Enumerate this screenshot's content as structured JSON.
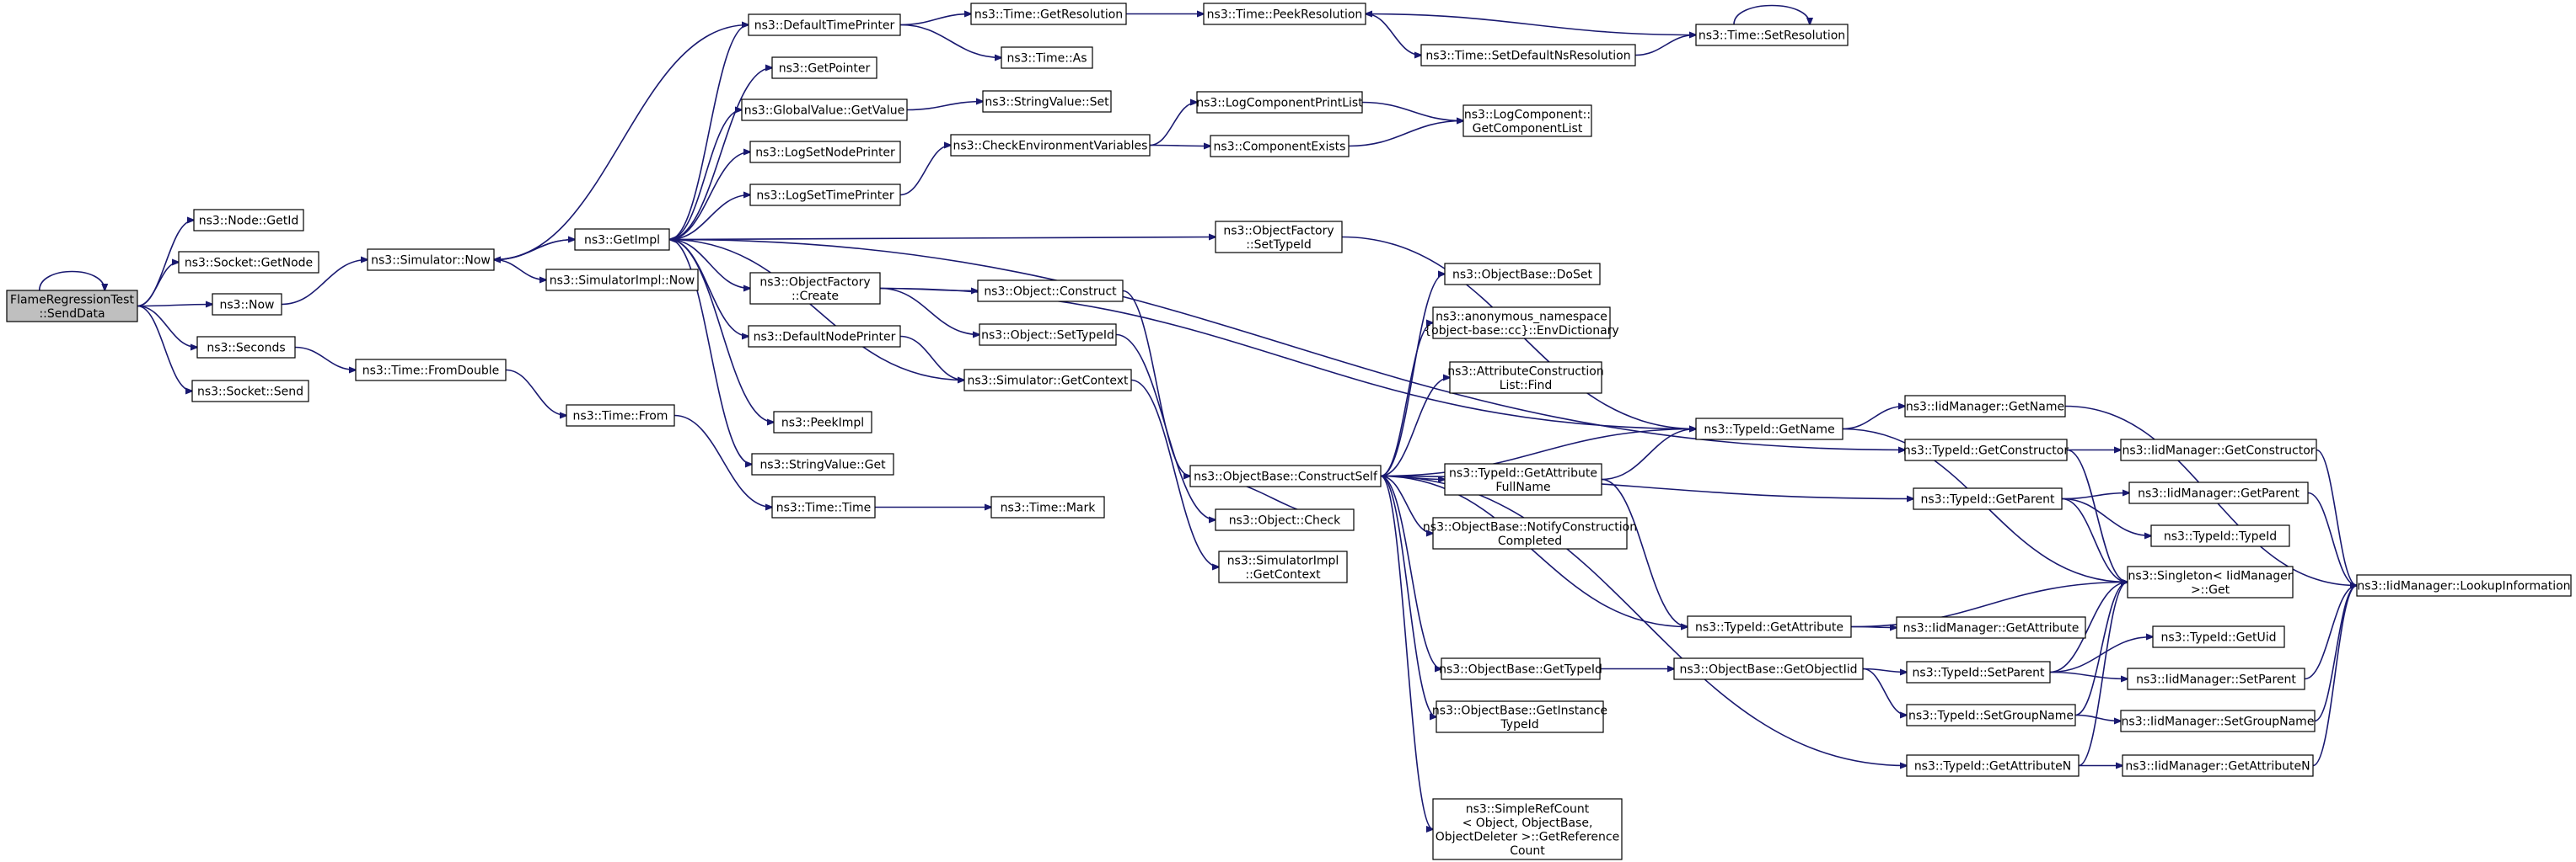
{
  "nodes": [
    {
      "id": "root",
      "lines": [
        "FlameRegressionTest",
        "::SendData"
      ]
    },
    {
      "id": "getid",
      "lines": [
        "ns3::Node::GetId"
      ]
    },
    {
      "id": "getnode",
      "lines": [
        "ns3::Socket::GetNode"
      ]
    },
    {
      "id": "now",
      "lines": [
        "ns3::Now"
      ]
    },
    {
      "id": "seconds",
      "lines": [
        "ns3::Seconds"
      ]
    },
    {
      "id": "send",
      "lines": [
        "ns3::Socket::Send"
      ]
    },
    {
      "id": "simnow",
      "lines": [
        "ns3::Simulator::Now"
      ]
    },
    {
      "id": "fromdouble",
      "lines": [
        "ns3::Time::FromDouble"
      ]
    },
    {
      "id": "getimpl",
      "lines": [
        "ns3::GetImpl"
      ]
    },
    {
      "id": "simimplnow",
      "lines": [
        "ns3::SimulatorImpl::Now"
      ]
    },
    {
      "id": "timefrom",
      "lines": [
        "ns3::Time::From"
      ]
    },
    {
      "id": "dtp",
      "lines": [
        "ns3::DefaultTimePrinter"
      ]
    },
    {
      "id": "getpointer",
      "lines": [
        "ns3::GetPointer"
      ]
    },
    {
      "id": "gvget",
      "lines": [
        "ns3::GlobalValue::GetValue"
      ]
    },
    {
      "id": "lsnp",
      "lines": [
        "ns3::LogSetNodePrinter"
      ]
    },
    {
      "id": "lstp",
      "lines": [
        "ns3::LogSetTimePrinter"
      ]
    },
    {
      "id": "ofcreate",
      "lines": [
        "ns3::ObjectFactory",
        "::Create"
      ]
    },
    {
      "id": "dnp",
      "lines": [
        "ns3::DefaultNodePrinter"
      ]
    },
    {
      "id": "peekimpl",
      "lines": [
        "ns3::PeekImpl"
      ]
    },
    {
      "id": "svget",
      "lines": [
        "ns3::StringValue::Get"
      ]
    },
    {
      "id": "timetime",
      "lines": [
        "ns3::Time::Time"
      ]
    },
    {
      "id": "getres",
      "lines": [
        "ns3::Time::GetResolution"
      ]
    },
    {
      "id": "timeas",
      "lines": [
        "ns3::Time::As"
      ]
    },
    {
      "id": "svset",
      "lines": [
        "ns3::StringValue::Set"
      ]
    },
    {
      "id": "cev",
      "lines": [
        "ns3::CheckEnvironmentVariables"
      ]
    },
    {
      "id": "objconstruct",
      "lines": [
        "ns3::Object::Construct"
      ]
    },
    {
      "id": "objsettypeid",
      "lines": [
        "ns3::Object::SetTypeId"
      ]
    },
    {
      "id": "simgetctx",
      "lines": [
        "ns3::Simulator::GetContext"
      ]
    },
    {
      "id": "timemark",
      "lines": [
        "ns3::Time::Mark"
      ]
    },
    {
      "id": "peekres",
      "lines": [
        "ns3::Time::PeekResolution"
      ]
    },
    {
      "id": "lcpl",
      "lines": [
        "ns3::LogComponentPrintList"
      ]
    },
    {
      "id": "compexists",
      "lines": [
        "ns3::ComponentExists"
      ]
    },
    {
      "id": "ofsettypeid",
      "lines": [
        "ns3::ObjectFactory",
        "::SetTypeId"
      ]
    },
    {
      "id": "obcs",
      "lines": [
        "ns3::ObjectBase::ConstructSelf"
      ]
    },
    {
      "id": "objcheck",
      "lines": [
        "ns3::Object::Check"
      ]
    },
    {
      "id": "simimplctx",
      "lines": [
        "ns3::SimulatorImpl",
        "::GetContext"
      ]
    },
    {
      "id": "setdefres",
      "lines": [
        "ns3::Time::SetDefaultNsResolution"
      ]
    },
    {
      "id": "setres",
      "lines": [
        "ns3::Time::SetResolution"
      ]
    },
    {
      "id": "lcgcl",
      "lines": [
        "ns3::LogComponent::",
        "GetComponentList"
      ]
    },
    {
      "id": "obdoset",
      "lines": [
        "ns3::ObjectBase::DoSet"
      ]
    },
    {
      "id": "anon",
      "lines": [
        "ns3::anonymous_namespace",
        "{object-base::cc}::EnvDictionary"
      ]
    },
    {
      "id": "aclfind",
      "lines": [
        "ns3::AttributeConstruction",
        "List::Find"
      ]
    },
    {
      "id": "tidgafn",
      "lines": [
        "ns3::TypeId::GetAttribute",
        "FullName"
      ]
    },
    {
      "id": "obncc",
      "lines": [
        "ns3::ObjectBase::NotifyConstruction",
        "Completed"
      ]
    },
    {
      "id": "obgettid",
      "lines": [
        "ns3::ObjectBase::GetTypeId"
      ]
    },
    {
      "id": "obgitid",
      "lines": [
        "ns3::ObjectBase::GetInstance",
        "TypeId"
      ]
    },
    {
      "id": "srcgrc",
      "lines": [
        "ns3::SimpleRefCount",
        "< Object, ObjectBase,",
        "ObjectDeleter >::GetReference",
        "Count"
      ]
    },
    {
      "id": "tidgetname",
      "lines": [
        "ns3::TypeId::GetName"
      ]
    },
    {
      "id": "tidgetattr",
      "lines": [
        "ns3::TypeId::GetAttribute"
      ]
    },
    {
      "id": "obgetoiid",
      "lines": [
        "ns3::ObjectBase::GetObjectIid"
      ]
    },
    {
      "id": "imgetname",
      "lines": [
        "ns3::IidManager::GetName"
      ]
    },
    {
      "id": "tidgetctor",
      "lines": [
        "ns3::TypeId::GetConstructor"
      ]
    },
    {
      "id": "tidgetparent",
      "lines": [
        "ns3::TypeId::GetParent"
      ]
    },
    {
      "id": "singleton",
      "lines": [
        "ns3::Singleton< IidManager",
        ">::Get"
      ]
    },
    {
      "id": "imgetattr",
      "lines": [
        "ns3::IidManager::GetAttribute"
      ]
    },
    {
      "id": "tidsetparent",
      "lines": [
        "ns3::TypeId::SetParent"
      ]
    },
    {
      "id": "tidsetgroup",
      "lines": [
        "ns3::TypeId::SetGroupName"
      ]
    },
    {
      "id": "tidgetattrn",
      "lines": [
        "ns3::TypeId::GetAttributeN"
      ]
    },
    {
      "id": "imgetctor",
      "lines": [
        "ns3::IidManager::GetConstructor"
      ]
    },
    {
      "id": "imgetparent",
      "lines": [
        "ns3::IidManager::GetParent"
      ]
    },
    {
      "id": "tidtypeid",
      "lines": [
        "ns3::TypeId::TypeId"
      ]
    },
    {
      "id": "tidgetuid",
      "lines": [
        "ns3::TypeId::GetUid"
      ]
    },
    {
      "id": "imsetparent",
      "lines": [
        "ns3::IidManager::SetParent"
      ]
    },
    {
      "id": "imsetgroup",
      "lines": [
        "ns3::IidManager::SetGroupName"
      ]
    },
    {
      "id": "imgetattrn",
      "lines": [
        "ns3::IidManager::GetAttributeN"
      ]
    },
    {
      "id": "imlookup",
      "lines": [
        "ns3::IidManager::LookupInformation"
      ]
    }
  ],
  "edges": [
    [
      "root",
      "root"
    ],
    [
      "root",
      "getid"
    ],
    [
      "root",
      "getnode"
    ],
    [
      "root",
      "now"
    ],
    [
      "root",
      "seconds"
    ],
    [
      "root",
      "send"
    ],
    [
      "now",
      "simnow"
    ],
    [
      "seconds",
      "fromdouble"
    ],
    [
      "simnow",
      "getimpl"
    ],
    [
      "simnow",
      "simimplnow"
    ],
    [
      "fromdouble",
      "timefrom"
    ],
    [
      "timefrom",
      "timetime"
    ],
    [
      "timetime",
      "timemark"
    ],
    [
      "getimpl",
      "simnow"
    ],
    [
      "getimpl",
      "dtp"
    ],
    [
      "getimpl",
      "getpointer"
    ],
    [
      "getimpl",
      "gvget"
    ],
    [
      "getimpl",
      "lsnp"
    ],
    [
      "getimpl",
      "lstp"
    ],
    [
      "getimpl",
      "ofcreate"
    ],
    [
      "getimpl",
      "dnp"
    ],
    [
      "getimpl",
      "peekimpl"
    ],
    [
      "getimpl",
      "svget"
    ],
    [
      "getimpl",
      "ofsettypeid"
    ],
    [
      "getimpl",
      "tidgetctor"
    ],
    [
      "dtp",
      "simnow"
    ],
    [
      "dtp",
      "getres"
    ],
    [
      "dtp",
      "timeas"
    ],
    [
      "getres",
      "peekres"
    ],
    [
      "peekres",
      "setdefres"
    ],
    [
      "setdefres",
      "setres"
    ],
    [
      "setres",
      "peekres"
    ],
    [
      "setres",
      "setres"
    ],
    [
      "gvget",
      "svset"
    ],
    [
      "lstp",
      "cev"
    ],
    [
      "cev",
      "lcpl"
    ],
    [
      "cev",
      "compexists"
    ],
    [
      "lcpl",
      "lcgcl"
    ],
    [
      "compexists",
      "lcgcl"
    ],
    [
      "ofcreate",
      "objconstruct"
    ],
    [
      "ofcreate",
      "objsettypeid"
    ],
    [
      "ofcreate",
      "tidgetname"
    ],
    [
      "dnp",
      "simgetctx"
    ],
    [
      "simgetctx",
      "getimpl"
    ],
    [
      "simgetctx",
      "simimplctx"
    ],
    [
      "objconstruct",
      "obcs"
    ],
    [
      "objsettypeid",
      "objcheck"
    ],
    [
      "objcheck",
      "obcs"
    ],
    [
      "ofsettypeid",
      "tidgetname"
    ],
    [
      "obcs",
      "obdoset"
    ],
    [
      "obcs",
      "anon"
    ],
    [
      "obcs",
      "aclfind"
    ],
    [
      "obcs",
      "tidgetname"
    ],
    [
      "obcs",
      "tidgafn"
    ],
    [
      "obcs",
      "obncc"
    ],
    [
      "obcs",
      "tidgetparent"
    ],
    [
      "obcs",
      "tidgetattr"
    ],
    [
      "obcs",
      "obgettid"
    ],
    [
      "obcs",
      "obgitid"
    ],
    [
      "obcs",
      "srcgrc"
    ],
    [
      "obcs",
      "tidgetattrn"
    ],
    [
      "tidgafn",
      "tidgetname"
    ],
    [
      "tidgafn",
      "tidgetattr"
    ],
    [
      "obgettid",
      "obgetoiid"
    ],
    [
      "obgetoiid",
      "tidsetparent"
    ],
    [
      "obgetoiid",
      "tidsetgroup"
    ],
    [
      "tidgetname",
      "imgetname"
    ],
    [
      "tidgetname",
      "singleton"
    ],
    [
      "tidgetctor",
      "imgetctor"
    ],
    [
      "tidgetctor",
      "singleton"
    ],
    [
      "tidgetparent",
      "imgetparent"
    ],
    [
      "tidgetparent",
      "tidtypeid"
    ],
    [
      "tidgetparent",
      "singleton"
    ],
    [
      "tidgetattr",
      "imgetattr"
    ],
    [
      "tidgetattr",
      "singleton"
    ],
    [
      "tidsetparent",
      "tidgetuid"
    ],
    [
      "tidsetparent",
      "imsetparent"
    ],
    [
      "tidsetparent",
      "singleton"
    ],
    [
      "tidsetgroup",
      "imsetgroup"
    ],
    [
      "tidsetgroup",
      "singleton"
    ],
    [
      "tidgetattrn",
      "imgetattrn"
    ],
    [
      "tidgetattrn",
      "singleton"
    ],
    [
      "imgetname",
      "imlookup"
    ],
    [
      "imgetctor",
      "imlookup"
    ],
    [
      "imgetparent",
      "imlookup"
    ],
    [
      "imsetparent",
      "imlookup"
    ],
    [
      "imsetgroup",
      "imlookup"
    ],
    [
      "imgetattrn",
      "imlookup"
    ]
  ]
}
